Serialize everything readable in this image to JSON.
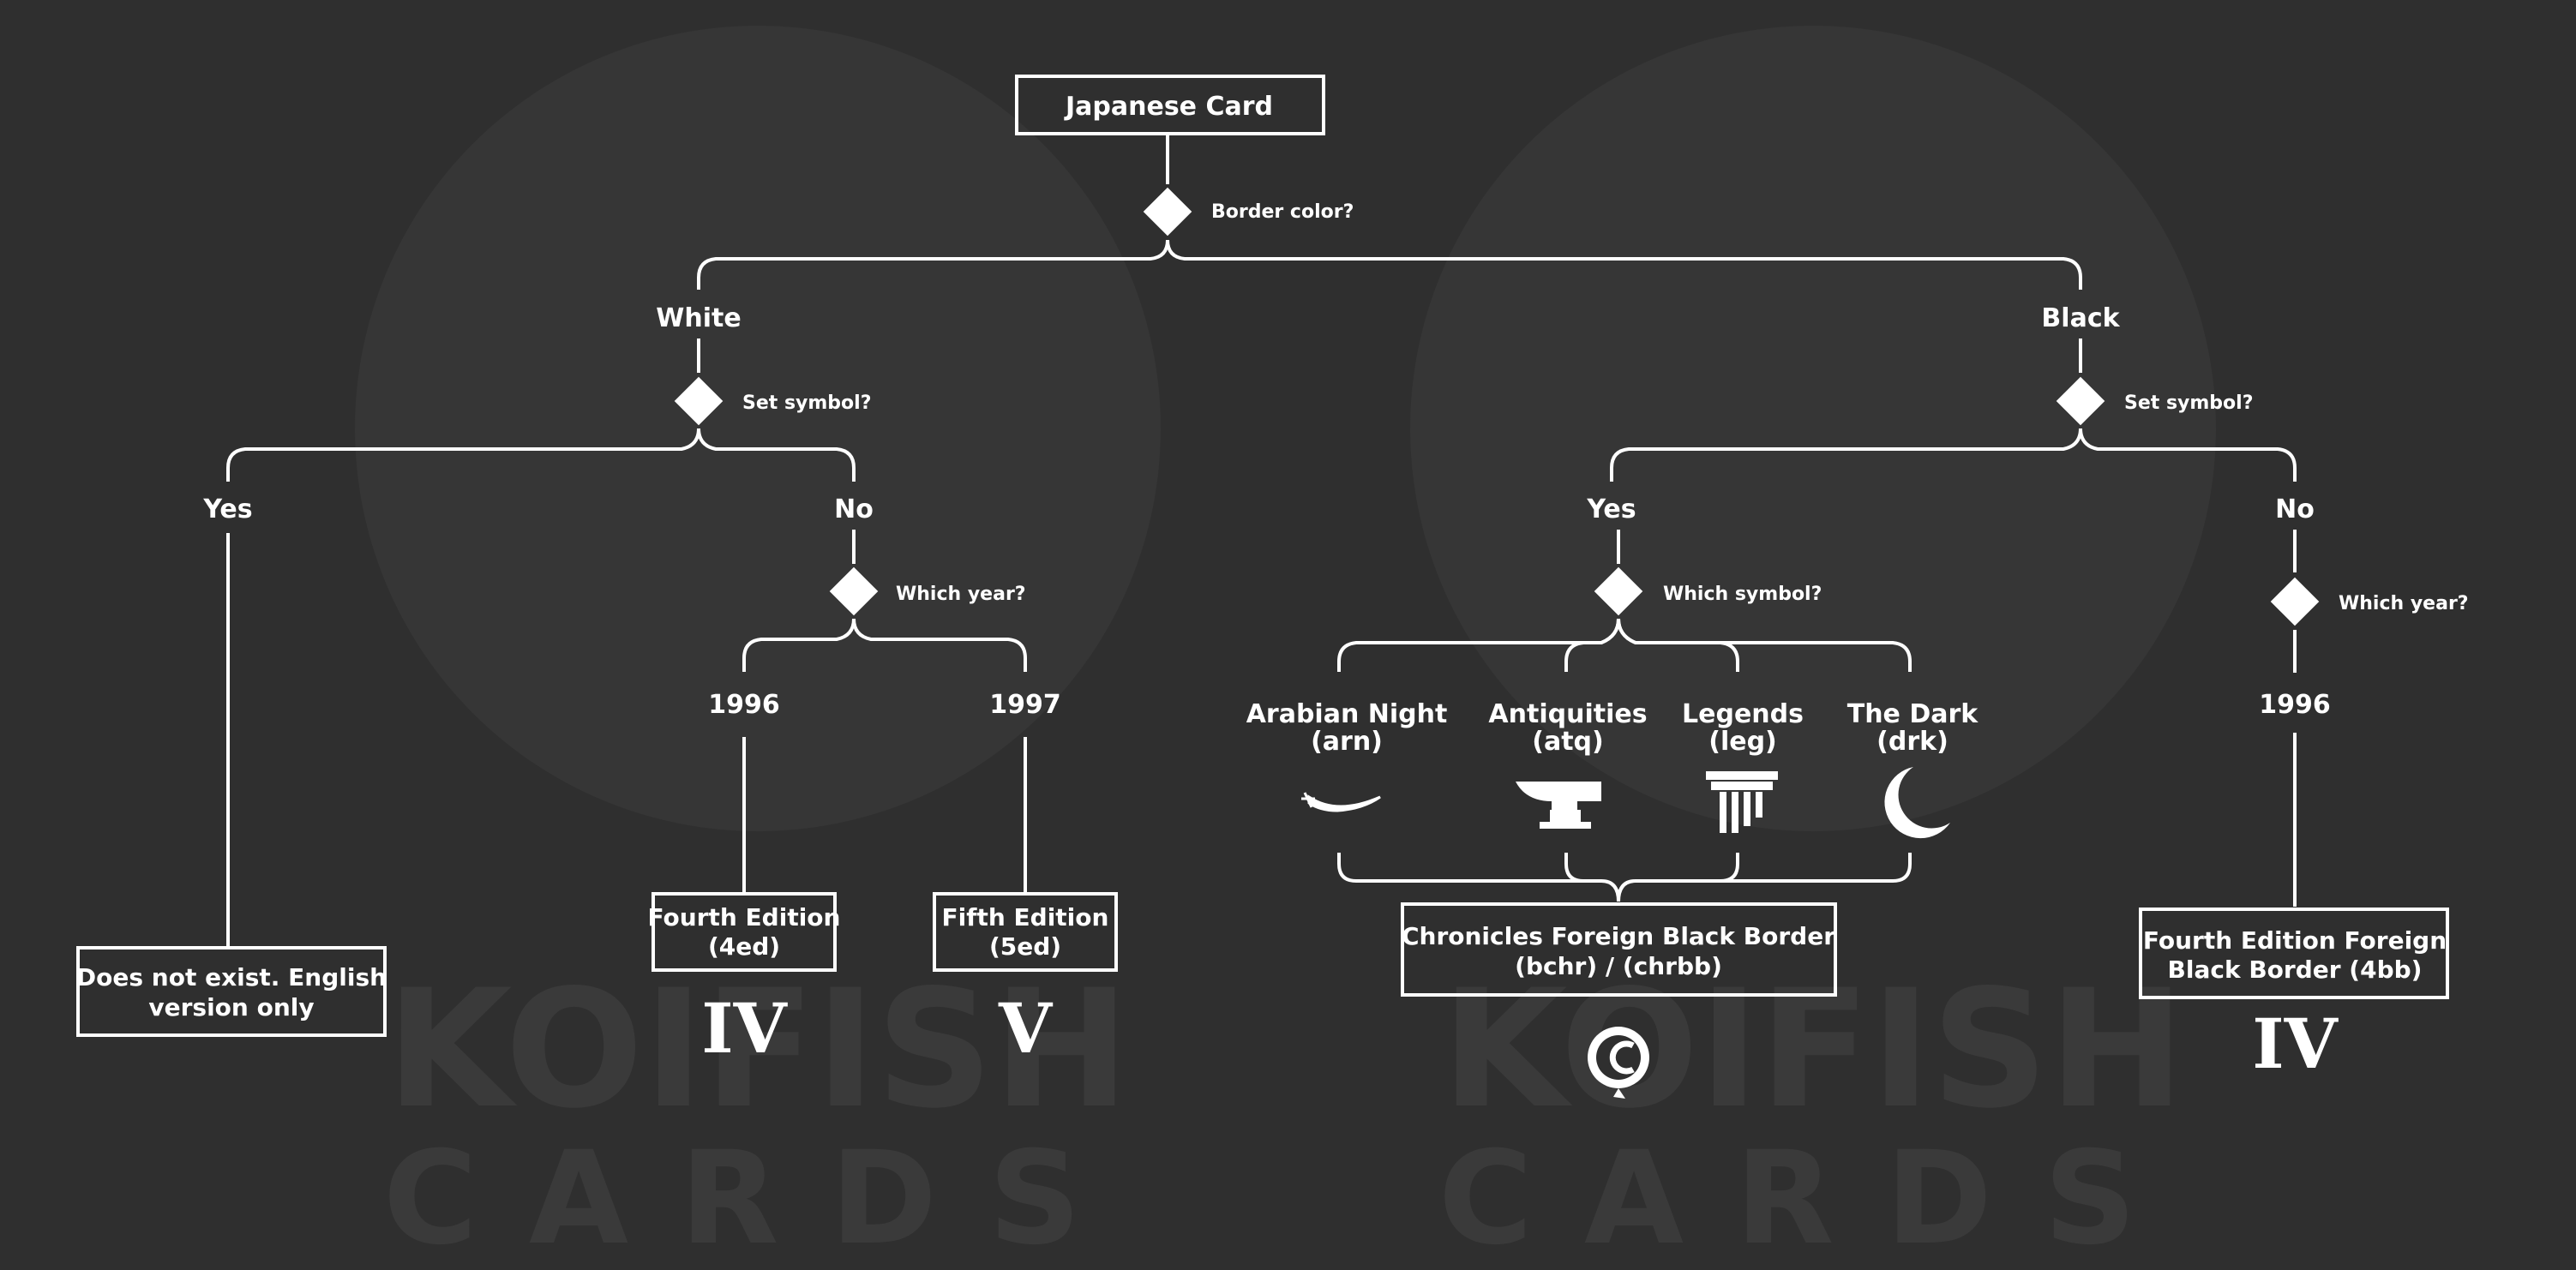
{
  "watermark": {
    "brand": "KOIFISH",
    "sub": "CARDS"
  },
  "root": {
    "label": "Japanese Card",
    "question": "Border color?"
  },
  "white": {
    "label": "White",
    "question": "Set symbol?",
    "yes": {
      "label": "Yes",
      "result_line1": "Does not exist. English",
      "result_line2": "version only"
    },
    "no": {
      "label": "No",
      "question": "Which year?",
      "y1996": {
        "label": "1996",
        "result_line1": "Fourth Edition",
        "result_line2": "(4ed)",
        "symbol": "IV"
      },
      "y1997": {
        "label": "1997",
        "result_line1": "Fifth Edition",
        "result_line2": "(5ed)",
        "symbol": "V"
      }
    }
  },
  "black": {
    "label": "Black",
    "question": "Set symbol?",
    "yes": {
      "label": "Yes",
      "question": "Which symbol?",
      "symbols": [
        {
          "name": "Arabian Night",
          "code": "(arn)",
          "icon": "scimitar-icon"
        },
        {
          "name": "Antiquities",
          "code": "(atq)",
          "icon": "anvil-icon"
        },
        {
          "name": "Legends",
          "code": "(leg)",
          "icon": "column-icon"
        },
        {
          "name": "The Dark",
          "code": "(drk)",
          "icon": "crescent-moon-icon"
        }
      ],
      "result_line1": "Chronicles Foreign Black Border",
      "result_line2": "(bchr) / (chrbb)",
      "result_icon": "chronicles-symbol-icon"
    },
    "no": {
      "label": "No",
      "question": "Which year?",
      "year": "1996",
      "result_line1": "Fourth Edition Foreign",
      "result_line2": "Black Border (4bb)",
      "symbol": "IV"
    }
  }
}
